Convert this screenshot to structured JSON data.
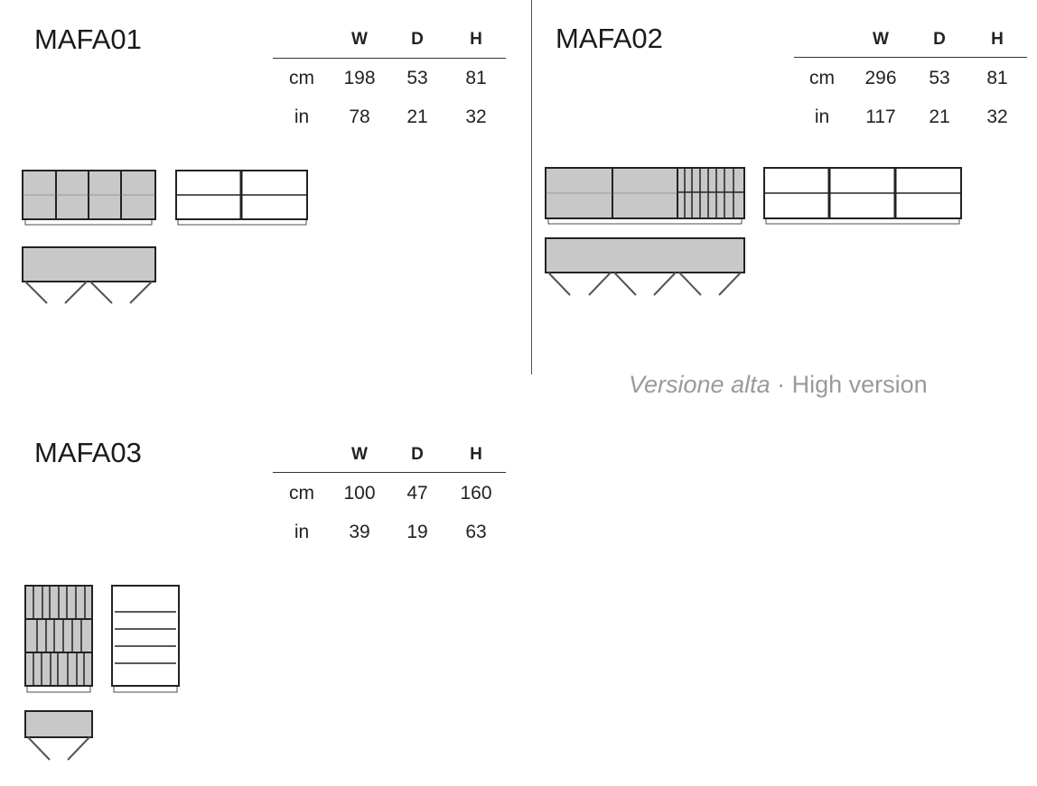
{
  "columns": [
    "W",
    "D",
    "H"
  ],
  "products": [
    {
      "code": "MAFA01",
      "rows": [
        {
          "unit": "cm",
          "values": [
            "198",
            "53",
            "81"
          ]
        },
        {
          "unit": "in",
          "values": [
            "78",
            "21",
            "32"
          ]
        }
      ]
    },
    {
      "code": "MAFA02",
      "rows": [
        {
          "unit": "cm",
          "values": [
            "296",
            "53",
            "81"
          ]
        },
        {
          "unit": "in",
          "values": [
            "117",
            "21",
            "32"
          ]
        }
      ]
    },
    {
      "code": "MAFA03",
      "rows": [
        {
          "unit": "cm",
          "values": [
            "100",
            "47",
            "160"
          ]
        },
        {
          "unit": "in",
          "values": [
            "39",
            "19",
            "63"
          ]
        }
      ]
    }
  ],
  "note": {
    "italian": "Versione alta",
    "separator": " · ",
    "english": "High version"
  }
}
